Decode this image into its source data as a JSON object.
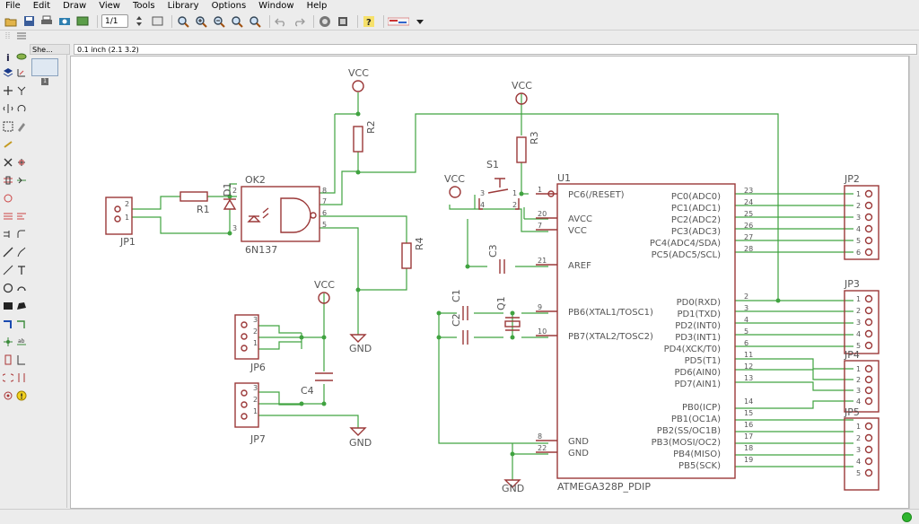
{
  "menu": [
    "File",
    "Edit",
    "Draw",
    "View",
    "Tools",
    "Library",
    "Options",
    "Window",
    "Help"
  ],
  "toolbar": {
    "sheet_select": "1/1"
  },
  "sheets_panel": {
    "tab_label": "She...",
    "sheet_number": "1"
  },
  "coord_display": "0.1 inch (2.1 3.2)",
  "colors": {
    "wire": "#40a340",
    "symbol": "#9b3838",
    "text": "#555555"
  },
  "schematic": {
    "power": {
      "vcc": "VCC",
      "gnd": "GND"
    },
    "parts": {
      "jp1": "JP1",
      "jp2": "JP2",
      "jp3": "JP3",
      "jp4": "JP4",
      "jp5": "JP5",
      "jp6": "JP6",
      "jp7": "JP7",
      "r1": "R1",
      "r2": "R2",
      "r3": "R3",
      "r4": "R4",
      "d1": "D1",
      "ok2": "OK2",
      "ok2_value": "6N137",
      "s1": "S1",
      "u1": "U1",
      "u1_value": "ATMEGA328P_PDIP",
      "c1": "C1",
      "c2": "C2",
      "c3": "C3",
      "c4": "C4",
      "q1": "Q1"
    },
    "u1_left_pins": [
      {
        "name": "PC6(/RESET)",
        "num": "1"
      },
      {
        "name": "AVCC",
        "num": "20"
      },
      {
        "name": "VCC",
        "num": "7"
      },
      {
        "name": "AREF",
        "num": "21"
      },
      {
        "name": "PB6(XTAL1/TOSC1)",
        "num": "9"
      },
      {
        "name": "PB7(XTAL2/TOSC2)",
        "num": "10"
      },
      {
        "name": "GND",
        "num": "8"
      },
      {
        "name": "GND",
        "num": "22"
      }
    ],
    "u1_right_pins": [
      {
        "name": "PC0(ADC0)",
        "num": "23"
      },
      {
        "name": "PC1(ADC1)",
        "num": "24"
      },
      {
        "name": "PC2(ADC2)",
        "num": "25"
      },
      {
        "name": "PC3(ADC3)",
        "num": "26"
      },
      {
        "name": "PC4(ADC4/SDA)",
        "num": "27"
      },
      {
        "name": "PC5(ADC5/SCL)",
        "num": "28"
      },
      {
        "name": "PD0(RXD)",
        "num": "2"
      },
      {
        "name": "PD1(TXD)",
        "num": "3"
      },
      {
        "name": "PD2(INT0)",
        "num": "4"
      },
      {
        "name": "PD3(INT1)",
        "num": "5"
      },
      {
        "name": "PD4(XCK/T0)",
        "num": "6"
      },
      {
        "name": "PD5(T1)",
        "num": "11"
      },
      {
        "name": "PD6(AIN0)",
        "num": "12"
      },
      {
        "name": "PD7(AIN1)",
        "num": "13"
      },
      {
        "name": "PB0(ICP)",
        "num": "14"
      },
      {
        "name": "PB1(OC1A)",
        "num": "15"
      },
      {
        "name": "PB2(SS/OC1B)",
        "num": "16"
      },
      {
        "name": "PB3(MOSI/OC2)",
        "num": "17"
      },
      {
        "name": "PB4(MISO)",
        "num": "18"
      },
      {
        "name": "PB5(SCK)",
        "num": "19"
      }
    ],
    "ok2_pins": [
      "2",
      "3",
      "8",
      "7",
      "6",
      "5"
    ],
    "jp1_pins": [
      "2",
      "1"
    ],
    "jp6_pins": [
      "3",
      "2",
      "1"
    ],
    "jp7_pins": [
      "3",
      "2",
      "1"
    ],
    "s1_pins": [
      "3",
      "4",
      "1",
      "2"
    ],
    "header_pins": [
      "1",
      "2",
      "3",
      "4",
      "5",
      "6"
    ]
  }
}
